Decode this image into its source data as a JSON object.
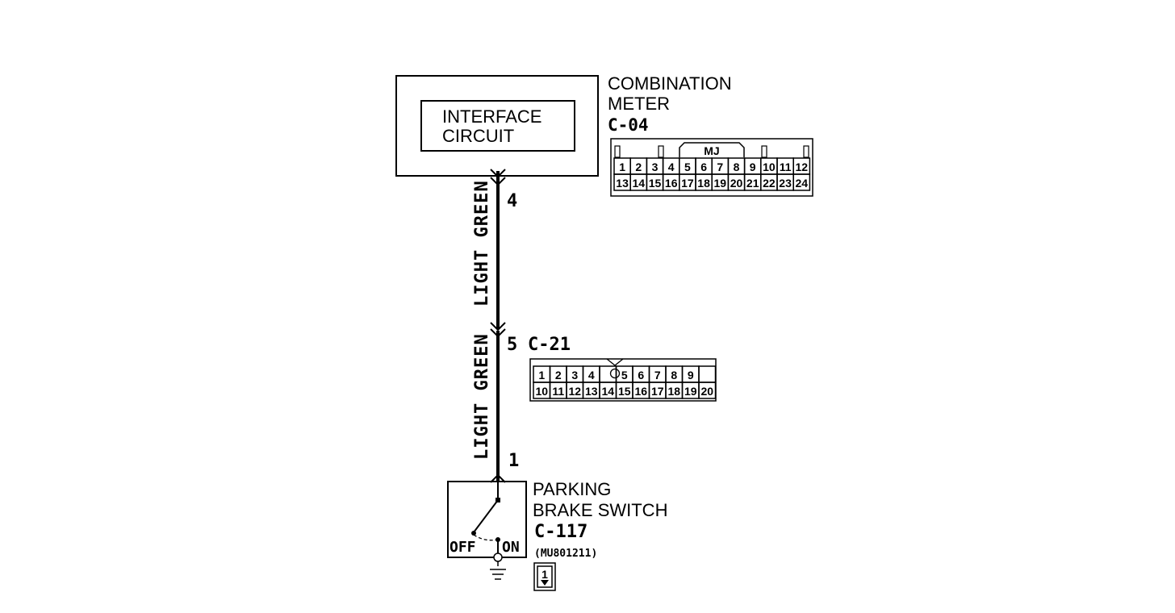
{
  "combination_meter": {
    "title_line1": "COMBINATION",
    "title_line2": "METER",
    "connector_id": "C-04",
    "interface_line1": "INTERFACE",
    "interface_line2": "CIRCUIT",
    "connector_tag": "MJ",
    "pins_top": [
      "1",
      "2",
      "3",
      "4",
      "5",
      "6",
      "7",
      "8",
      "9",
      "10",
      "11",
      "12"
    ],
    "pins_bottom": [
      "13",
      "14",
      "15",
      "16",
      "17",
      "18",
      "19",
      "20",
      "21",
      "22",
      "23",
      "24"
    ]
  },
  "wire_upper": {
    "color_label": "LIGHT GREEN",
    "pin_top": "4"
  },
  "junction": {
    "pin": "5",
    "connector_id": "C-21",
    "pins_top": [
      "1",
      "2",
      "3",
      "4",
      "",
      "5",
      "6",
      "7",
      "8",
      "9"
    ],
    "pins_bottom": [
      "10",
      "11",
      "12",
      "13",
      "14",
      "15",
      "16",
      "17",
      "18",
      "19",
      "20"
    ]
  },
  "wire_lower": {
    "color_label": "LIGHT GREEN",
    "pin_bottom": "1"
  },
  "parking_brake_switch": {
    "title_line1": "PARKING",
    "title_line2": "BRAKE SWITCH",
    "connector_id": "C-117",
    "part_number": "(MU801211)",
    "off_label": "OFF",
    "on_label": "ON",
    "pin_box": "1"
  }
}
